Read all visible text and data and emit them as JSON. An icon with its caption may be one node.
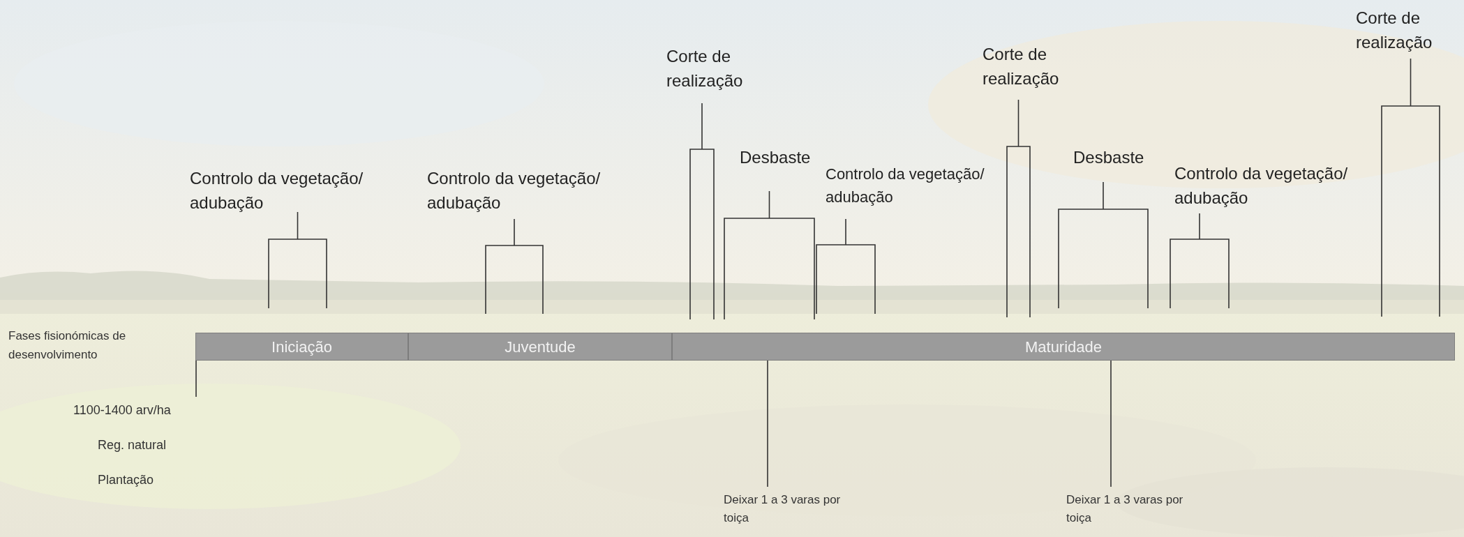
{
  "diagram": {
    "nodes": [
      {
        "text": [
          "Iniciação"
        ]
      },
      {
        "text": [
          "Juventude"
        ]
      },
      {
        "text": [
          "Maturidade"
        ]
      },
      {
        "text": [
          "1100-1400 arv/ha"
        ]
      },
      {
        "text": [
          "Deixar 1 a 3 varas por toiça"
        ]
      },
      {
        "text": [
          "Deixar 1 a 3 varas por toiça"
        ]
      }
    ],
    "edges": [
      {
        "from": 3,
        "to": 0,
        "arrow": "none"
      },
      {
        "from": 4,
        "to": 2,
        "arrow": "none"
      },
      {
        "from": 5,
        "to": 2,
        "arrow": "none"
      }
    ],
    "labels": [
      "Controlo da vegetação/ adubação",
      "Controlo da vegetação/ adubação",
      "Corte de realização",
      "Desbaste",
      "Controlo da vegetação/ adubação",
      "Corte de realização",
      "Desbaste",
      "Controlo da vegetação/ adubação",
      "Corte de realização",
      "Fases fisionómicas de desenvolvimento",
      "Reg. natural",
      "Plantação"
    ]
  }
}
